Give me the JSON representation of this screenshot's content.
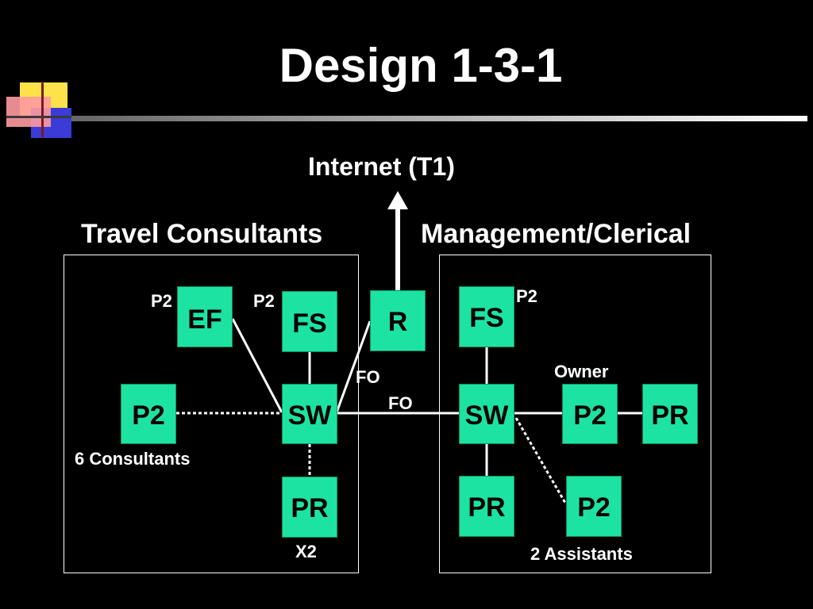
{
  "slide": {
    "title": "Design 1-3-1"
  },
  "diagram": {
    "internet_label": "Internet (T1)",
    "left_group": {
      "title": "Travel Consultants",
      "nodes": {
        "ef": "EF",
        "fs": "FS",
        "sw": "SW",
        "p2": "P2",
        "pr": "PR"
      },
      "labels": {
        "ef_p2": "P2",
        "fs_p2": "P2",
        "consultants": "6 Consultants",
        "pr_count": "X2"
      }
    },
    "router": {
      "label": "R"
    },
    "links": {
      "fo_router": "FO",
      "fo_trunk": "FO"
    },
    "right_group": {
      "title": "Management/Clerical",
      "nodes": {
        "fs": "FS",
        "sw": "SW",
        "p2_owner": "P2",
        "pr_owner": "PR",
        "pr": "PR",
        "p2_assist": "P2"
      },
      "labels": {
        "fs_p2": "P2",
        "owner": "Owner",
        "assistants": "2 Assistants"
      }
    },
    "colors": {
      "node_fill": "#1de3a2",
      "background": "#000000",
      "line": "#ffffff"
    }
  }
}
